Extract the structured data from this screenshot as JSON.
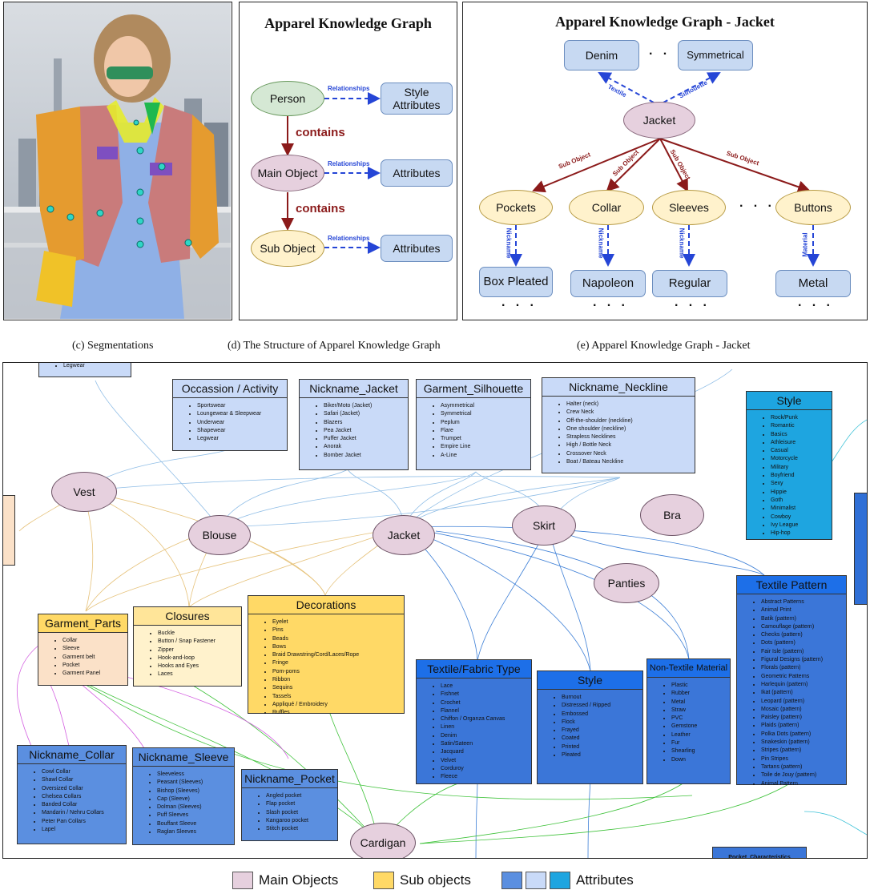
{
  "panels": {
    "photo": {
      "caption": "(c) Segmentations"
    },
    "structure": {
      "title": "Apparel Knowledge Graph",
      "caption": "(d) The Structure of Apparel Knowledge Graph",
      "nodes": {
        "person": "Person",
        "main_object": "Main Object",
        "sub_object": "Sub Object",
        "style_attributes": "Style Attributes",
        "attributes1": "Attributes",
        "attributes2": "Attributes"
      },
      "edges": {
        "relationships": "Relationships",
        "contains": "contains"
      }
    },
    "jacket": {
      "title": "Apparel Knowledge Graph - Jacket",
      "caption": "(e) Apparel Knowledge Graph - Jacket",
      "nodes": {
        "denim": "Denim",
        "symmetrical": "Symmetrical",
        "jacket": "Jacket",
        "pockets": "Pockets",
        "collar": "Collar",
        "sleeves": "Sleeves",
        "buttons": "Buttons",
        "box_pleated": "Box Pleated",
        "napoleon": "Napoleon",
        "regular": "Regular",
        "metal": "Metal"
      },
      "edges": {
        "textile": "Textile",
        "silhouette": "Silhouette",
        "sub_object": "Sub Object",
        "nickname": "Nickname",
        "material": "Material"
      },
      "ellipsis": "· · ·"
    }
  },
  "graph": {
    "main_objects": {
      "vest": "Vest",
      "blouse": "Blouse",
      "jacket": "Jacket",
      "skirt": "Skirt",
      "bra": "Bra",
      "panties": "Panties",
      "cardigan": "Cardigan"
    },
    "top_partial_item": "Legwear",
    "partial_bottom_header": "Pocket_Characteristics",
    "cards": {
      "occasion": {
        "title": "Occassion / Activity",
        "items": [
          "Sportswear",
          "Loungewear & Sleepwear",
          "Underwear",
          "Shapewear",
          "Legwear"
        ]
      },
      "nick_jacket": {
        "title": "Nickname_Jacket",
        "items": [
          "Biker/Moto (Jacket)",
          "Safari (Jacket)",
          "Blazers",
          "Pea Jacket",
          "Puffer Jacket",
          "Anorak",
          "Bomber Jacket"
        ]
      },
      "silhouette": {
        "title": "Garment_Silhouette",
        "items": [
          "Asymmetrical",
          "Symmetrical",
          "Peplum",
          "Flare",
          "Trumpet",
          "Empire Line",
          "A-Line"
        ]
      },
      "neckline": {
        "title": "Nickname_Neckline",
        "items": [
          "Halter (neck)",
          "Crew Neck",
          "Off-the-shoulder (neckline)",
          "One shoulder (neckline)",
          "Strapless Necklines",
          "High / Bottle Neck",
          "Crossover Neck",
          "Boat / Bateau Neckline"
        ]
      },
      "style_top": {
        "title": "Style",
        "items": [
          "Rock/Punk",
          "Romantic",
          "Basics",
          "Athleisure",
          "Casual",
          "Motorcycle",
          "Military",
          "Boyfriend",
          "Sexy",
          "Hippie",
          "Goth",
          "Minimalist",
          "Cowboy",
          "Ivy League",
          "Hip-hop"
        ]
      },
      "garment_parts": {
        "title": "Garment_Parts",
        "items": [
          "Collar",
          "Sleeve",
          "Garment belt",
          "Pocket",
          "Garment Panel"
        ]
      },
      "closures": {
        "title": "Closures",
        "items": [
          "Buckle",
          "Button / Snap Fastener",
          "Zipper",
          "Hook-and-loop",
          "Hooks and Eyes",
          "Laces"
        ]
      },
      "decorations": {
        "title": "Decorations",
        "items": [
          "Eyelet",
          "Pins",
          "Beads",
          "Bows",
          "Braid Drawstring/Cord/Laces/Rope",
          "Fringe",
          "Pom-poms",
          "Ribbon",
          "Sequins",
          "Tassels",
          "Appliqué / Embroidery",
          "Ruffles"
        ]
      },
      "textile_type": {
        "title": "Textile/Fabric Type",
        "items": [
          "Lace",
          "Fishnet",
          "Crochet",
          "Flannel",
          "Chiffon / Organza Canvas",
          "Linen",
          "Denim",
          "Satin/Sateen",
          "Jacquard",
          "Velvet",
          "Corduroy",
          "Fleece"
        ]
      },
      "style_mid": {
        "title": "Style",
        "items": [
          "Burnout",
          "Distressed / Ripped",
          "Embossed",
          "Flock",
          "Frayed",
          "Coated",
          "Printed",
          "Pleated"
        ]
      },
      "non_textile": {
        "title": "Non-Textile Material",
        "items": [
          "Plastic",
          "Rubber",
          "Metal",
          "Straw",
          "PVC",
          "Gemstone",
          "Leather",
          "Fur",
          "Shearling",
          "Down"
        ]
      },
      "textile_pattern": {
        "title": "Textile Pattern",
        "items": [
          "Abstract Patterns",
          "Animal Print",
          "Batik (pattern)",
          "Camouflage (pattern)",
          "Checks (pattern)",
          "Dots (pattern)",
          "Fair Isle (pattern)",
          "Figural Designs (pattern)",
          "Florals (pattern)",
          "Geometric Patterns",
          "Harlequin (pattern)",
          "Ikat (pattern)",
          "Leopard (pattern)",
          "Mosaic (pattern)",
          "Paisley (pattern)",
          "Plaids (pattern)",
          "Polka Dots (pattern)",
          "Snakeskin (pattern)",
          "Stripes (pattern)",
          "Pin Stripes",
          "Tartans (pattern)",
          "Toile de Jouy (pattern)",
          "Animal Pattern"
        ]
      },
      "nick_collar": {
        "title": "Nickname_Collar",
        "items": [
          "Cowl Collar",
          "Shawl Collar",
          "Oversized Collar",
          "Chelsea Collars",
          "Banded Collar",
          "Mandarin / Nehru Collars",
          "Peter Pan Collars",
          "Lapel"
        ]
      },
      "nick_sleeve": {
        "title": "Nickname_Sleeve",
        "items": [
          "Sleeveless",
          "Peasant (Sleeves)",
          "Bishop (Sleeves)",
          "Cap (Sleeve)",
          "Dolman (Sleeves)",
          "Puff Sleeves",
          "Bouffant Sleeve",
          "Raglan Sleeves"
        ]
      },
      "nick_pocket": {
        "title": "Nickname_Pocket",
        "items": [
          "Angled pocket",
          "Flap pocket",
          "Slash pocket",
          "Kangaroo pocket",
          "Stitch pocket"
        ]
      }
    }
  },
  "legend": {
    "main_objects": "Main Objects",
    "sub_objects": "Sub objects",
    "attributes": "Attributes",
    "colors": {
      "main": "#e6d0de",
      "sub": "#ffd966",
      "attr_dark": "#5b8fe0",
      "attr_light": "#c9daf8",
      "attr_cyan": "#1ea5e0"
    }
  }
}
